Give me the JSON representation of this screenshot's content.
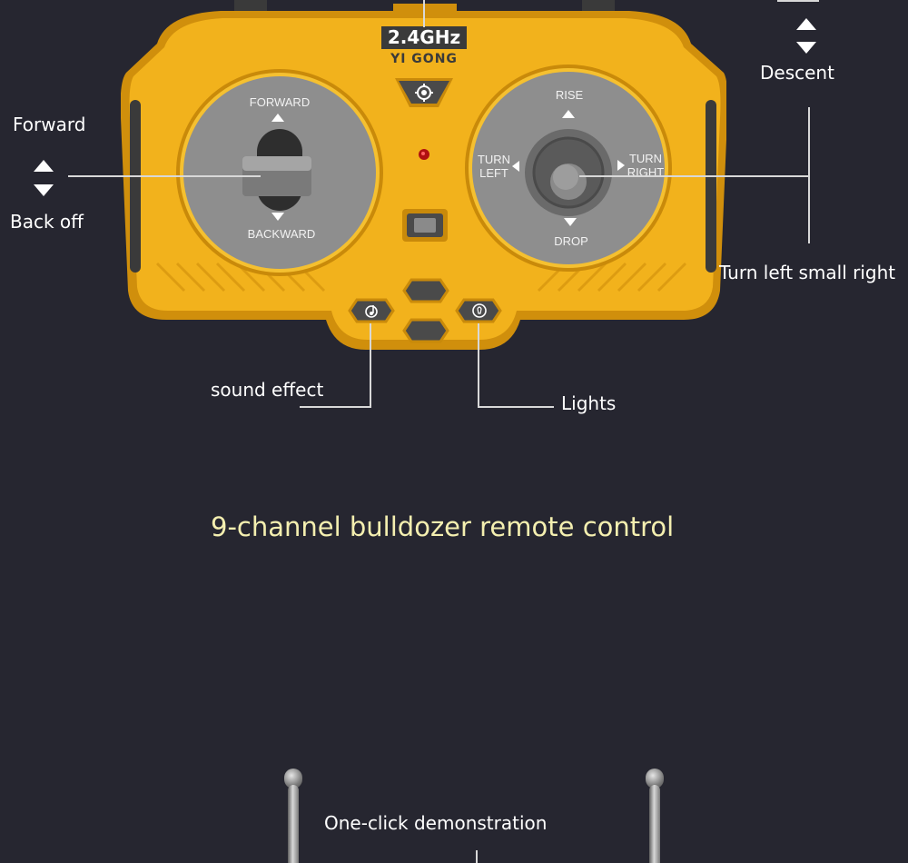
{
  "remote": {
    "frequency": "2.4GHz",
    "brand": "YI GONG",
    "left_stick": {
      "forward": "FORWARD",
      "backward": "BACKWARD"
    },
    "right_stick": {
      "rise": "RISE",
      "drop": "DROP",
      "turn_left": "TURN\nLEFT",
      "turn_right": "TURN\nRIGHT"
    }
  },
  "annotations": {
    "forward": "Forward",
    "back_off": "Back off",
    "descent": "Descent",
    "turn": "Turn left small right",
    "sound_effect": "sound effect",
    "lights": "Lights",
    "demo": "One-click demonstration"
  },
  "title": "9-channel bulldozer remote control",
  "colors": {
    "background": "#262630",
    "body_yellow": "#f2b21c",
    "title_color": "#f4efb0"
  },
  "icons": [
    "gear-icon",
    "music-note-icon",
    "light-bulb-icon",
    "arrow-up-icon",
    "arrow-down-icon"
  ]
}
